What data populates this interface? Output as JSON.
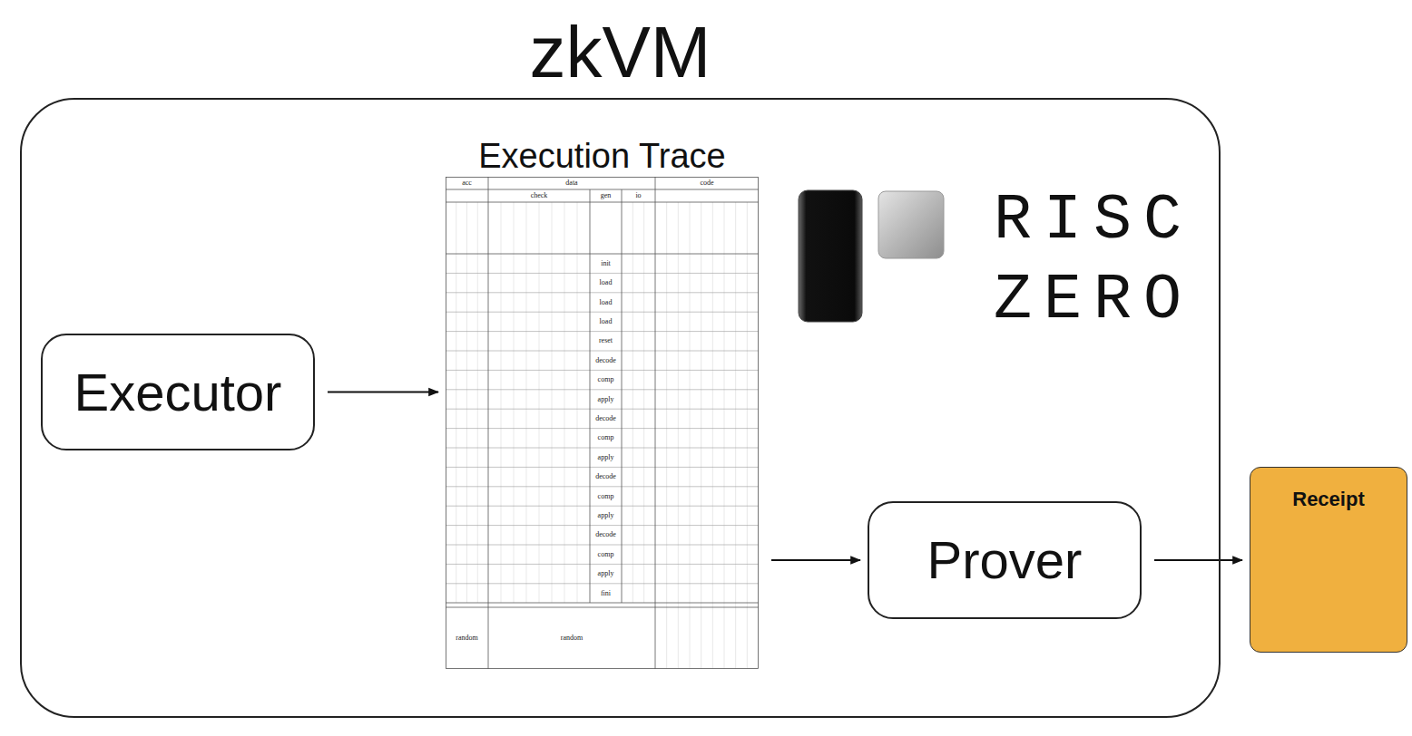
{
  "diagram": {
    "nodes": [
      {
        "text": [
          "zkVM"
        ]
      },
      {
        "text": [
          "Executor"
        ],
        "in": 0
      },
      {
        "text": [
          "Execution Trace"
        ],
        "in": 0
      },
      {
        "text": [
          "Prover"
        ],
        "in": 0
      },
      {
        "text": [
          "Receipt"
        ]
      }
    ],
    "edges": [
      {
        "from": 1,
        "to": 2,
        "arrow": "to"
      },
      {
        "from": 2,
        "to": 3,
        "arrow": "to"
      },
      {
        "from": 3,
        "to": 4,
        "arrow": "to"
      }
    ],
    "labels": [
      "RISC ZERO",
      "acc",
      "data",
      "code",
      "check",
      "gen",
      "io",
      "init",
      "load",
      "load",
      "load",
      "reset",
      "decode",
      "comp",
      "apply",
      "decode",
      "comp",
      "apply",
      "decode",
      "comp",
      "apply",
      "decode",
      "comp",
      "apply",
      "fini",
      "random",
      "random"
    ]
  }
}
